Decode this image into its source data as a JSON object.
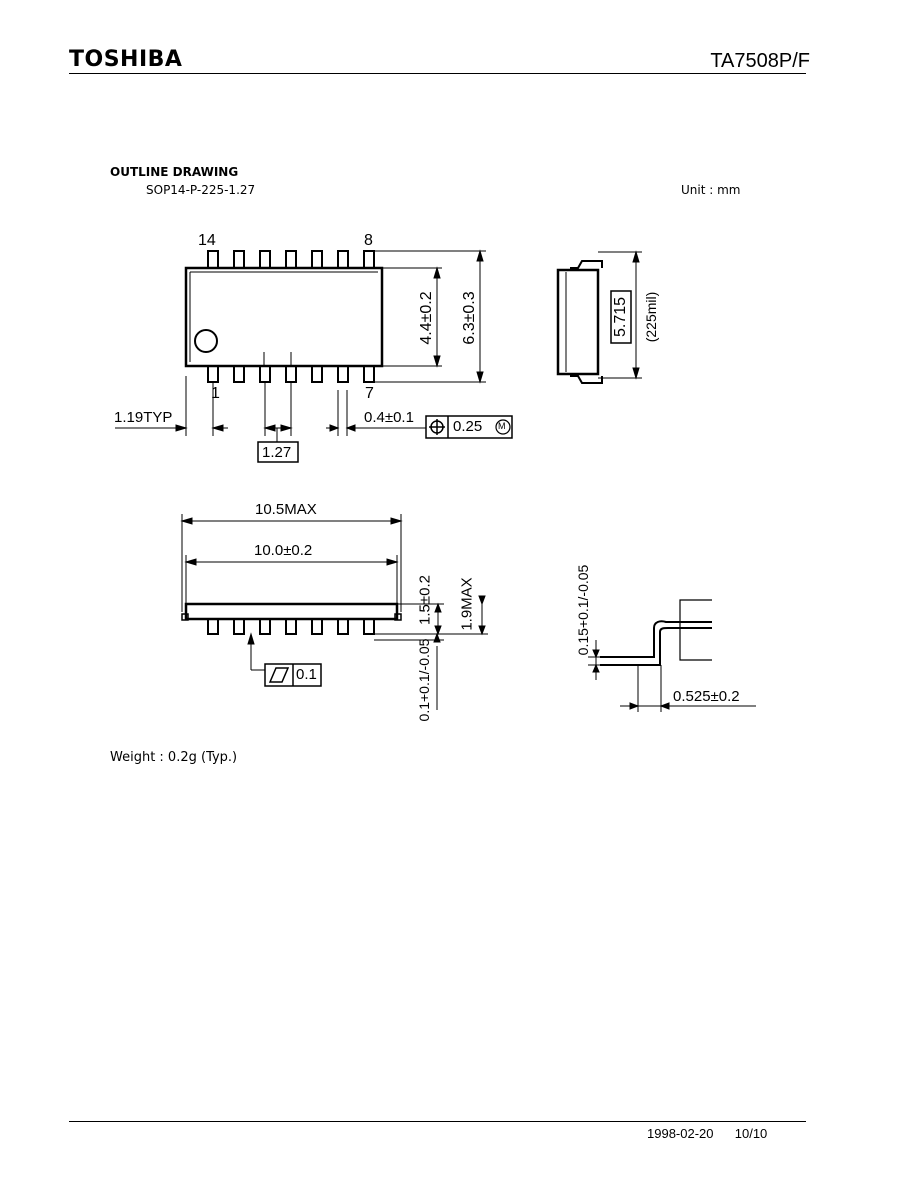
{
  "header": {
    "brand": "TOSHIBA",
    "part_number": "TA7508P/F"
  },
  "section": {
    "title": "OUTLINE DRAWING",
    "package": "SOP14-P-225-1.27",
    "unit": "Unit : mm"
  },
  "drawing": {
    "pin_14": "14",
    "pin_8": "8",
    "pin_1": "1",
    "pin_7": "7",
    "dim_body_width": "4.4±0.2",
    "dim_total_width": "6.3±0.3",
    "dim_side_height": "5.715",
    "dim_side_mil": "(225mil)",
    "dim_lead_edge": "1.19TYP",
    "dim_lead_width": "0.4±0.1",
    "dim_position_tol": "0.25",
    "modifier_m": "M",
    "dim_pitch": "1.27",
    "dim_len_max": "10.5MAX",
    "dim_len": "10.0±0.2",
    "dim_height": "1.5±0.2",
    "dim_height_max": "1.9MAX",
    "dim_flatness": "0.1",
    "dim_standoff": "0.1+0.1/-0.05",
    "dim_lead_thick": "0.15+0.1/-0.05",
    "dim_foot": "0.525±0.2"
  },
  "weight": "Weight : 0.2g (Typ.)",
  "footer": {
    "date": "1998-02-20",
    "page": "10/10"
  }
}
